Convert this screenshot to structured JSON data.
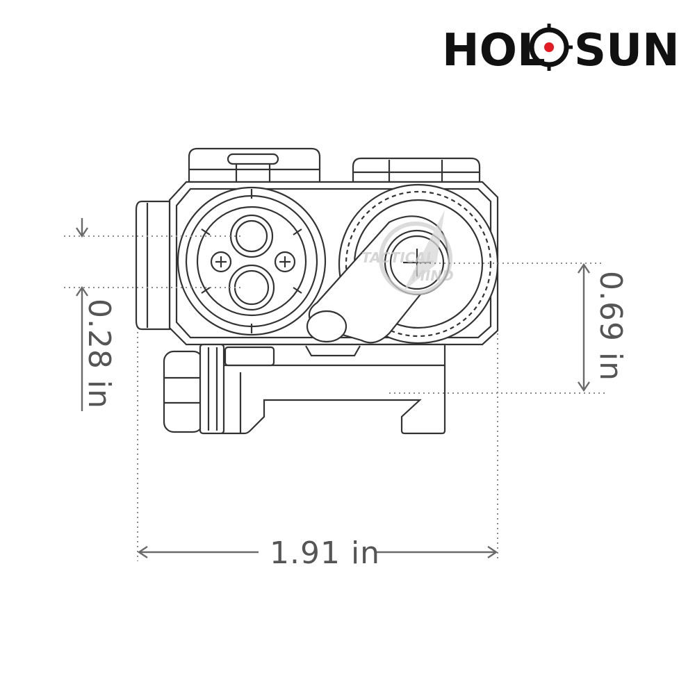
{
  "brand": {
    "name_left": "HOL",
    "name_right": "SUN",
    "accent_color": "#e31b23"
  },
  "watermark": {
    "line1": "TACTICAL",
    "line2": "MIND"
  },
  "dimensions": {
    "width_label": "1.91 in",
    "height_label": "0.69 in",
    "offset_label": "0.28 in"
  }
}
